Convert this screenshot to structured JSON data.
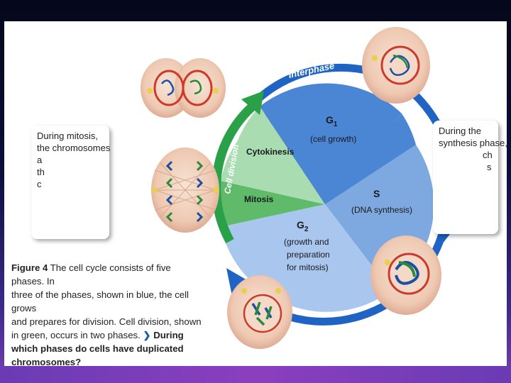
{
  "figure": {
    "caption_label": "Figure 4",
    "caption_lines": [
      "The cell cycle consists of five phases. In",
      "three of the phases, shown in blue, the cell grows",
      "and prepares for division. Cell division, shown",
      "in green, occurs in two phases."
    ],
    "question": "During which phases do cells have duplicated chromosomes?"
  },
  "cycle": {
    "arc_interphase": "Interphase",
    "arc_cell_division": "Cell division",
    "g1_label": "G",
    "g1_sub": "1",
    "g1_desc": "(cell growth)",
    "s_label": "S",
    "s_desc": "(DNA synthesis)",
    "g2_label": "G",
    "g2_sub": "2",
    "g2_desc_lines": [
      "(growth and",
      "preparation",
      "for mitosis)"
    ],
    "cytokinesis_label": "Cytokinesis",
    "mitosis_label": "Mitosis"
  },
  "callouts": {
    "left_lines": [
      "During mitosis,",
      "the chromosomes",
      "a",
      "th",
      "c"
    ],
    "right_lines": [
      "During the",
      "synthesis phase,",
      "ch",
      "s"
    ]
  },
  "colors": {
    "g1": "#4a86d4",
    "s": "#7da9e0",
    "g2": "#a9c6ee",
    "mitosis": "#5fba6a",
    "cytokinesis": "#a9dcb0",
    "arc_blue": "#1f63c4",
    "arc_green": "#2aa048"
  }
}
